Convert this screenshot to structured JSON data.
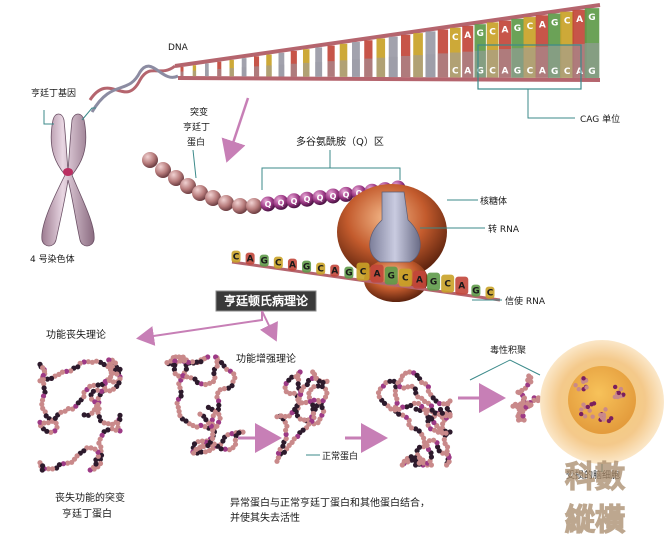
{
  "labels": {
    "dna": "DNA",
    "huntingtin_gene": "亨廷丁基因",
    "chromosome4": "4 号染色体",
    "mutant_protein_line1": "突变",
    "mutant_protein_line2": "亨廷丁",
    "mutant_protein_line3": "蛋白",
    "polyq_region": "多谷氨酰胺（Q）区",
    "cag_unit": "CAG 单位",
    "ribosome": "核糖体",
    "trna": "转 RNA",
    "mrna": "信使 RNA",
    "theory_title": "亨廷顿氏病理论",
    "loss_of_function": "功能丧失理论",
    "gain_of_function": "功能增强理论",
    "toxic_aggregates": "毒性积聚",
    "normal_protein": "正常蛋白",
    "damaged_neuron": "受损的脑细胞",
    "loss_caption_line1": "丧失功能的突变",
    "loss_caption_line2": "亨廷丁蛋白",
    "gain_caption_line1": "异常蛋白与正常亨廷丁蛋白和其他蛋白结合，",
    "gain_caption_line2": "并使其失去活性"
  },
  "dna_rungs": [
    "C",
    "A",
    "G",
    "C",
    "A",
    "G",
    "C",
    "A",
    "G",
    "C",
    "A",
    "G"
  ],
  "mrna_codons": [
    "C",
    "A",
    "G",
    "C",
    "A",
    "G",
    "C",
    "A",
    "G",
    "C",
    "A",
    "G",
    "C",
    "A",
    "G",
    "C",
    "A",
    "G",
    "C"
  ],
  "polyq_beads": [
    "Q",
    "Q",
    "Q",
    "Q",
    "Q",
    "Q",
    "Q",
    "Q",
    "Q",
    "Q",
    "Q"
  ],
  "watermark_line1": "科數",
  "watermark_line2": "縱橫",
  "colors": {
    "base_c": "#c9a227",
    "base_a": "#c2463a",
    "base_g": "#5e9a49",
    "base_grey": "#9a9aa6",
    "strand": "#b5656e",
    "bead": "#b77b7b",
    "q_bead": "#9d3a86",
    "ribosome": "#c35b2d",
    "arrow": "#c77fb6",
    "title_box": "#3a3a3a",
    "cell": "#f0c27a"
  }
}
